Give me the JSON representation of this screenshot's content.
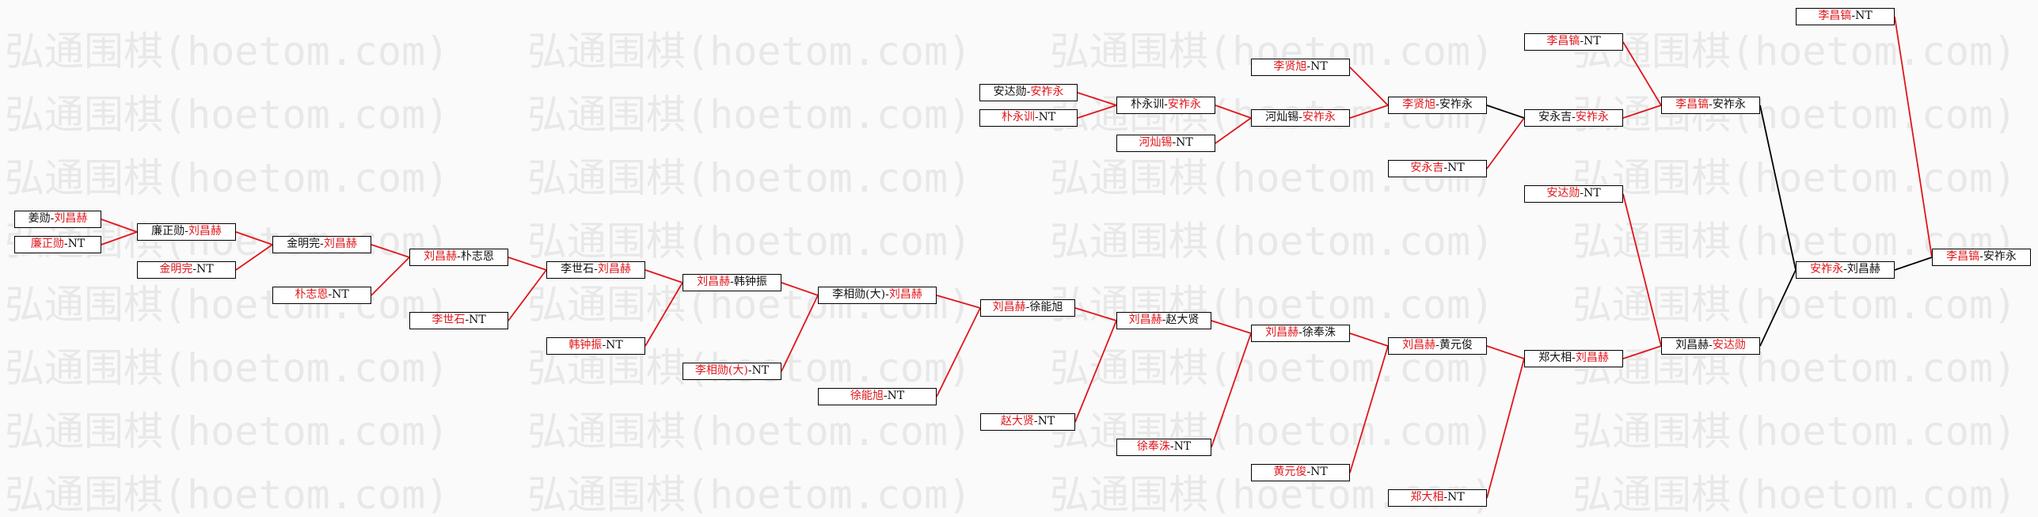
{
  "watermark": "弘通围棋(hoetom.com)",
  "colors": {
    "winner": "#e0161b",
    "text": "#111111",
    "line_win": "#e0161b",
    "line_lose": "#000000"
  },
  "nodes": [
    {
      "id": "r1a",
      "p1": "姜勋",
      "p2": "刘昌赫",
      "w": 2
    },
    {
      "id": "r1b",
      "p1": "廉正勋",
      "p2": "NT",
      "w": 1
    },
    {
      "id": "r2a",
      "p1": "廉正勋",
      "p2": "刘昌赫",
      "w": 2
    },
    {
      "id": "r2b",
      "p1": "金明完",
      "p2": "NT",
      "w": 1
    },
    {
      "id": "r3a",
      "p1": "金明完",
      "p2": "刘昌赫",
      "w": 2
    },
    {
      "id": "r3b",
      "p1": "朴志恩",
      "p2": "NT",
      "w": 1
    },
    {
      "id": "r4a",
      "p1": "刘昌赫",
      "p2": "朴志恩",
      "w": 1
    },
    {
      "id": "r4b",
      "p1": "李世石",
      "p2": "NT",
      "w": 1
    },
    {
      "id": "r5a",
      "p1": "李世石",
      "p2": "刘昌赫",
      "w": 2
    },
    {
      "id": "r5b",
      "p1": "韩钟振",
      "p2": "NT",
      "w": 1
    },
    {
      "id": "r6a",
      "p1": "刘昌赫",
      "p2": "韩钟振",
      "w": 1
    },
    {
      "id": "r6b",
      "p1": "李相勋(大)",
      "p2": "NT",
      "w": 1
    },
    {
      "id": "r7a",
      "p1": "李相勋(大)",
      "p2": "刘昌赫",
      "w": 2
    },
    {
      "id": "r7b",
      "p1": "徐能旭",
      "p2": "NT",
      "w": 1
    },
    {
      "id": "r8a",
      "p1": "刘昌赫",
      "p2": "徐能旭",
      "w": 1
    },
    {
      "id": "r8b",
      "p1": "赵大贤",
      "p2": "NT",
      "w": 1
    },
    {
      "id": "r9a",
      "p1": "刘昌赫",
      "p2": "赵大贤",
      "w": 1
    },
    {
      "id": "r9b",
      "p1": "徐奉洙",
      "p2": "NT",
      "w": 1
    },
    {
      "id": "r10a",
      "p1": "刘昌赫",
      "p2": "徐奉洙",
      "w": 1
    },
    {
      "id": "r10b",
      "p1": "黄元俊",
      "p2": "NT",
      "w": 1
    },
    {
      "id": "r11a",
      "p1": "刘昌赫",
      "p2": "黄元俊",
      "w": 1
    },
    {
      "id": "r11b",
      "p1": "郑大相",
      "p2": "NT",
      "w": 1
    },
    {
      "id": "r12a",
      "p1": "郑大相",
      "p2": "刘昌赫",
      "w": 2
    },
    {
      "id": "r12b",
      "p1": "安达勋",
      "p2": "NT",
      "w": 1
    },
    {
      "id": "f1",
      "p1": "刘昌赫",
      "p2": "安达勋",
      "w": 2
    },
    {
      "id": "u1a",
      "p1": "安达勋",
      "p2": "安祚永",
      "w": 2
    },
    {
      "id": "u1b",
      "p1": "朴永训",
      "p2": "NT",
      "w": 1
    },
    {
      "id": "u2a",
      "p1": "朴永训",
      "p2": "安祚永",
      "w": 2
    },
    {
      "id": "u2b",
      "p1": "河灿锡",
      "p2": "NT",
      "w": 1
    },
    {
      "id": "u3a",
      "p1": "河灿锡",
      "p2": "安祚永",
      "w": 2
    },
    {
      "id": "u3b",
      "p1": "李贤旭",
      "p2": "NT",
      "w": 1
    },
    {
      "id": "u4a",
      "p1": "李贤旭",
      "p2": "安祚永",
      "w": 1
    },
    {
      "id": "u4b",
      "p1": "安永吉",
      "p2": "NT",
      "w": 1
    },
    {
      "id": "u5a",
      "p1": "安永吉",
      "p2": "安祚永",
      "w": 2
    },
    {
      "id": "u5b",
      "p1": "李昌镐",
      "p2": "NT",
      "w": 1
    },
    {
      "id": "u6a",
      "p1": "李昌镐",
      "p2": "安祚永",
      "w": 1
    },
    {
      "id": "f2",
      "p1": "安祚永",
      "p2": "刘昌赫",
      "w": 1
    },
    {
      "id": "u7a",
      "p1": "李昌镐",
      "p2": "NT",
      "w": 1
    },
    {
      "id": "f3",
      "p1": "李昌镐",
      "p2": "安祚永",
      "w": 1
    }
  ],
  "edges": [
    [
      "r1a",
      "r2a",
      1
    ],
    [
      "r1b",
      "r2a",
      1
    ],
    [
      "r2a",
      "r3a",
      1
    ],
    [
      "r2b",
      "r3a",
      1
    ],
    [
      "r3a",
      "r4a",
      1
    ],
    [
      "r3b",
      "r4a",
      1
    ],
    [
      "r4a",
      "r5a",
      1
    ],
    [
      "r4b",
      "r5a",
      1
    ],
    [
      "r5a",
      "r6a",
      1
    ],
    [
      "r5b",
      "r6a",
      1
    ],
    [
      "r6a",
      "r7a",
      1
    ],
    [
      "r6b",
      "r7a",
      1
    ],
    [
      "r7a",
      "r8a",
      1
    ],
    [
      "r7b",
      "r8a",
      1
    ],
    [
      "r8a",
      "r9a",
      1
    ],
    [
      "r8b",
      "r9a",
      1
    ],
    [
      "r9a",
      "r10a",
      1
    ],
    [
      "r9b",
      "r10a",
      1
    ],
    [
      "r10a",
      "r11a",
      1
    ],
    [
      "r10b",
      "r11a",
      1
    ],
    [
      "r11a",
      "r12a",
      1
    ],
    [
      "r11b",
      "r12a",
      1
    ],
    [
      "r12a",
      "f1",
      1
    ],
    [
      "r12b",
      "f1",
      1
    ],
    [
      "u1a",
      "u2a",
      1
    ],
    [
      "u1b",
      "u2a",
      1
    ],
    [
      "u2a",
      "u3a",
      1
    ],
    [
      "u2b",
      "u3a",
      1
    ],
    [
      "u3a",
      "u4a",
      1
    ],
    [
      "u3b",
      "u4a",
      1
    ],
    [
      "u4a",
      "u5a",
      0
    ],
    [
      "u4b",
      "u5a",
      1
    ],
    [
      "u5a",
      "u6a",
      1
    ],
    [
      "u5b",
      "u6a",
      1
    ],
    [
      "u6a",
      "f2",
      0
    ],
    [
      "f1",
      "f2",
      0
    ],
    [
      "f2",
      "f3",
      0
    ],
    [
      "u7a",
      "f3",
      1
    ]
  ]
}
